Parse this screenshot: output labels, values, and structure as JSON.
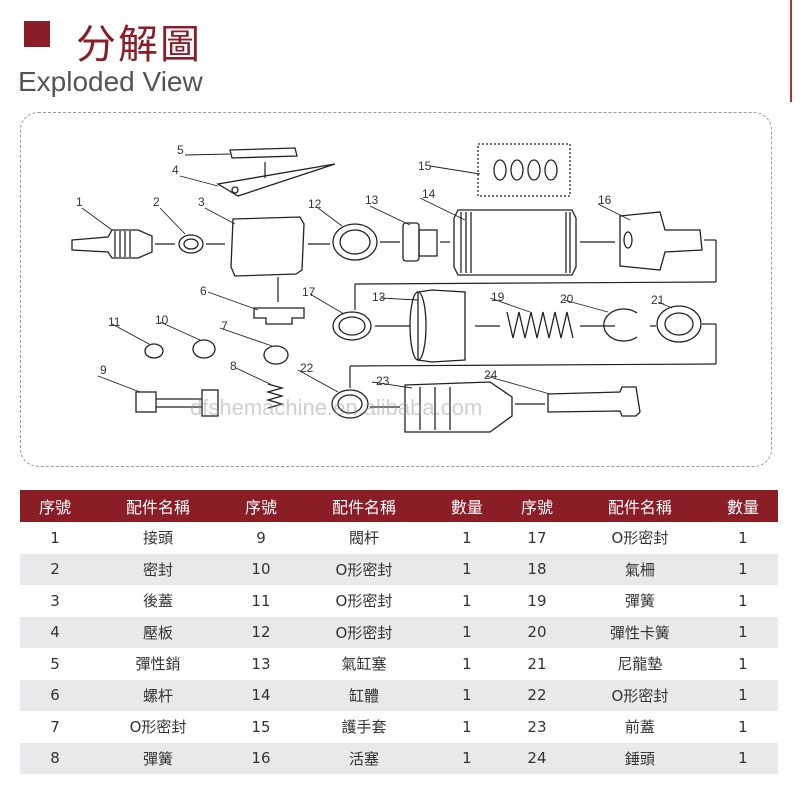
{
  "header": {
    "title_zh": "分解圖",
    "title_en": "Exploded View"
  },
  "watermark": "dfshemachine.en.alibaba.com",
  "diagram": {
    "labels": [
      "1",
      "2",
      "3",
      "4",
      "5",
      "6",
      "7",
      "8",
      "9",
      "10",
      "11",
      "12",
      "13",
      "14",
      "15",
      "16",
      "17",
      "13",
      "19",
      "20",
      "21",
      "22",
      "23",
      "24"
    ]
  },
  "table": {
    "headers": [
      "序號",
      "配件名稱",
      "序號",
      "配件名稱",
      "數量",
      "序號",
      "配件名稱",
      "數量"
    ],
    "rows": [
      [
        "1",
        "接頭",
        "9",
        "閥杆",
        "1",
        "17",
        "O形密封",
        "1"
      ],
      [
        "2",
        "密封",
        "10",
        "O形密封",
        "1",
        "18",
        "氣柵",
        "1"
      ],
      [
        "3",
        "後蓋",
        "11",
        "O形密封",
        "1",
        "19",
        "彈簧",
        "1"
      ],
      [
        "4",
        "壓板",
        "12",
        "O形密封",
        "1",
        "20",
        "彈性卡簧",
        "1"
      ],
      [
        "5",
        "彈性銷",
        "13",
        "氣缸塞",
        "1",
        "21",
        "尼龍墊",
        "1"
      ],
      [
        "6",
        "螺杆",
        "14",
        "缸體",
        "1",
        "22",
        "O形密封",
        "1"
      ],
      [
        "7",
        "O形密封",
        "15",
        "護手套",
        "1",
        "23",
        "前蓋",
        "1"
      ],
      [
        "8",
        "彈簧",
        "16",
        "活塞",
        "1",
        "24",
        "錘頭",
        "1"
      ]
    ]
  },
  "colors": {
    "accent": "#8a1d26"
  }
}
